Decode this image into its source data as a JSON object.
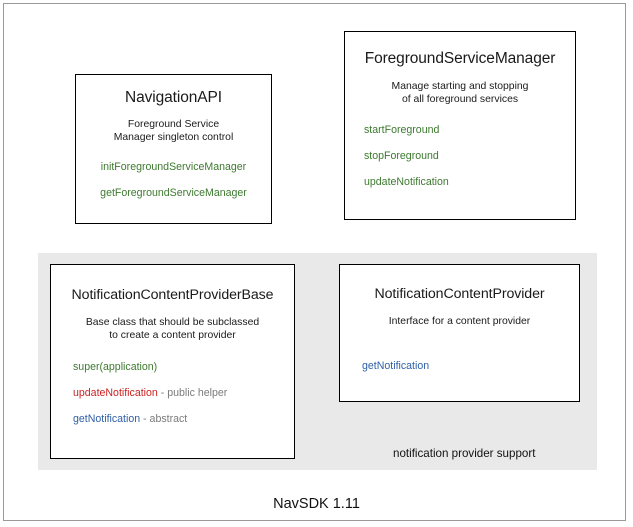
{
  "diagram": {
    "footer_label": "NavSDK 1.11",
    "group_panel": {
      "caption": "notification provider support"
    },
    "boxes": [
      {
        "id": "navigation-api",
        "title": "NavigationAPI",
        "description_lines": [
          "Foreground Service",
          "Manager singleton control"
        ],
        "methods_align": "center",
        "methods": [
          {
            "name": "initForegroundServiceManager",
            "color": "#3d7a2f",
            "note": ""
          },
          {
            "name": "getForegroundServiceManager",
            "color": "#3d7a2f",
            "note": ""
          }
        ]
      },
      {
        "id": "foreground-service-manager",
        "title": "ForegroundServiceManager",
        "description_lines": [
          "Manage starting and stopping",
          "of all foreground services"
        ],
        "methods_align": "left",
        "methods": [
          {
            "name": "startForeground",
            "color": "#3d7a2f",
            "note": ""
          },
          {
            "name": "stopForeground",
            "color": "#3d7a2f",
            "note": ""
          },
          {
            "name": "updateNotification",
            "color": "#3d7a2f",
            "note": ""
          }
        ]
      },
      {
        "id": "notification-content-provider-base",
        "title": "NotificationContentProviderBase",
        "description_lines": [
          "Base class that should be subclassed",
          "to create a content provider"
        ],
        "methods_align": "left",
        "methods": [
          {
            "name": "super(application)",
            "color": "#3d7a2f",
            "note": ""
          },
          {
            "name": "updateNotification",
            "color": "#cc2222",
            "note": " - public helper"
          },
          {
            "name": "getNotification",
            "color": "#2f5fa8",
            "note": " - abstract"
          }
        ]
      },
      {
        "id": "notification-content-provider",
        "title": "NotificationContentProvider",
        "description_lines": [
          "Interface for a content provider"
        ],
        "methods_align": "left",
        "methods": [
          {
            "name": "getNotification",
            "color": "#2f5fa8",
            "note": ""
          }
        ]
      }
    ],
    "colors": {
      "panel_background": "#e9e9e9",
      "box_border": "#000000",
      "frame_border": "#9a9a9a",
      "method_green": "#3d7a2f",
      "method_red": "#cc2222",
      "method_blue": "#2f5fa8",
      "note_gray": "#7b7b7b"
    }
  }
}
